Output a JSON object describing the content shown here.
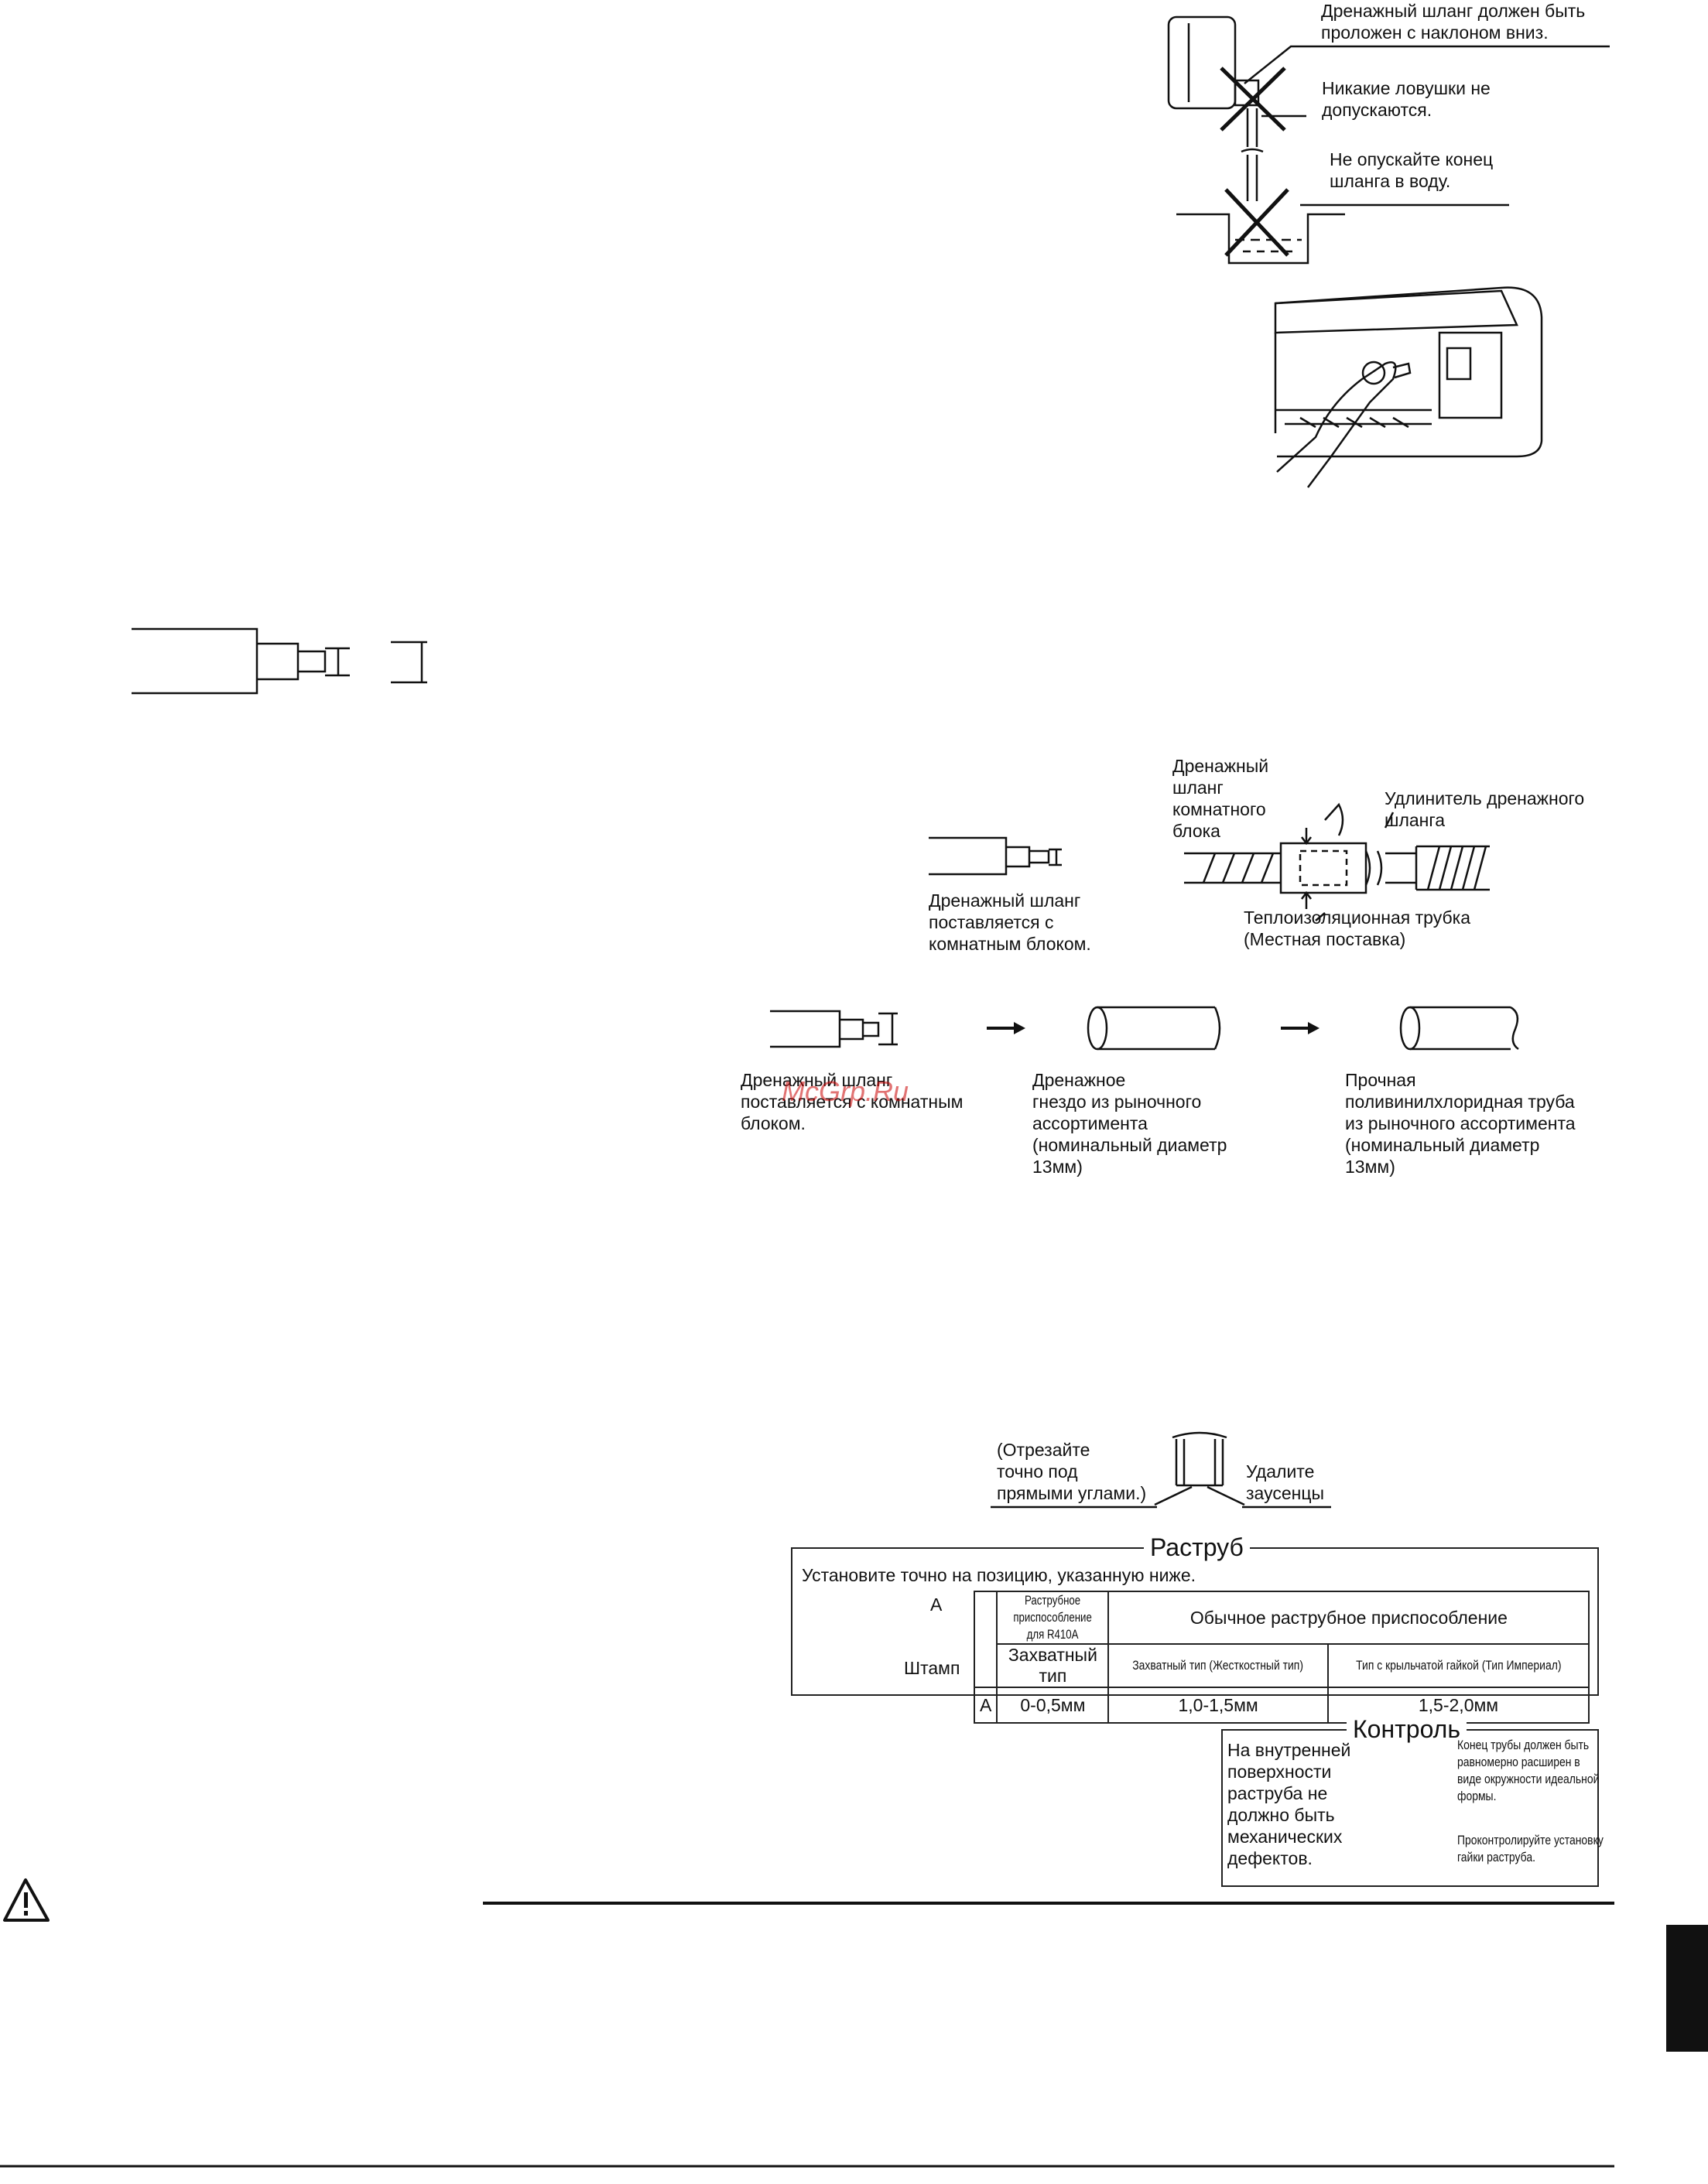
{
  "drain_routing": {
    "slope_text": "Дренажный шланг должен быть\nпроложен с наклоном вниз.",
    "no_traps_text": "Никакие ловушки не\nдопускаются.",
    "no_water_text": "Не опускайте конец\nшланга в воду."
  },
  "extension": {
    "indoor_hose_label": "Дренажный\nшланг\nкомнатного\nблока",
    "extender_label": "Удлинитель дренажного\nшланга",
    "insulation_label": "Теплоизоляционная трубка\n(Местная поставка)",
    "supplied_hose_label": "Дренажный шланг\nпоставляется с\nкомнатным блоком."
  },
  "pvc": {
    "supplied_hose_label": "Дренажный шланг\nпоставляется с комнатным\nблоком.",
    "socket_label": "Дренажное\nгнездо из рыночного\nассортимента\n(номинальный диаметр\n13мм)",
    "pipe_label": "Прочная\nполивинилхлоридная труба\nиз рыночного ассортимента\n(номинальный диаметр\n13мм)"
  },
  "cut": {
    "cut_label": "(Отрезайте\nточно под\nпрямыми углами.)",
    "burr_label": "Удалите\nзаусенцы"
  },
  "flare": {
    "legend": "Раструб",
    "instruction": "Установите точно на позицию, указанную ниже.",
    "dim_label": "A",
    "die_label": "Штамп",
    "head_r410a": "Раструбное приспособление для R410A",
    "head_conventional": "Обычное раструбное приспособление",
    "head_clutch": "Захватный тип",
    "head_clutch_rigid": "Захватный тип (Жесткостный тип)",
    "head_wing_nut": "Тип с крыльчатой гайкой (Тип Империал)",
    "row_label": "A",
    "val_r410a": "0-0,5мм",
    "val_rigid": "1,0-1,5мм",
    "val_imperial": "1,5-2,0мм"
  },
  "check": {
    "legend": "Контроль",
    "inner_text": "На внутренней\nповерхности\nраструба не\nдолжно быть\nмеханических\nдефектов.",
    "round_text": "Конец трубы должен быть\nравномерно расширен в\nвиде окружности идеальной\nформы.",
    "nut_text": "Проконтролируйте установку\nгайки раструба."
  },
  "watermark": "McGrp.Ru",
  "icons": [
    "warning-triangle-icon",
    "cross-mark-icon",
    "arrow-right-icon"
  ]
}
